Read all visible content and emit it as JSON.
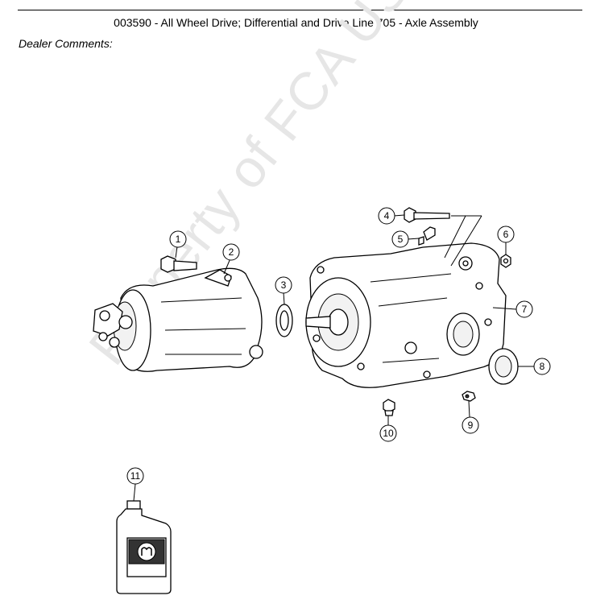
{
  "header": {
    "title": "003590 - All Wheel Drive; Differential and Drive Line   705 - Axle Assembly"
  },
  "dealer_comments_label": "Dealer Comments:",
  "watermark": "Property of FCA US LLC",
  "callouts": [
    {
      "id": "1",
      "label": "1"
    },
    {
      "id": "2",
      "label": "2"
    },
    {
      "id": "3",
      "label": "3"
    },
    {
      "id": "4",
      "label": "4"
    },
    {
      "id": "5",
      "label": "5"
    },
    {
      "id": "6",
      "label": "6"
    },
    {
      "id": "7",
      "label": "7"
    },
    {
      "id": "8",
      "label": "8"
    },
    {
      "id": "9",
      "label": "9"
    },
    {
      "id": "10",
      "label": "10"
    },
    {
      "id": "11",
      "label": "11"
    }
  ]
}
